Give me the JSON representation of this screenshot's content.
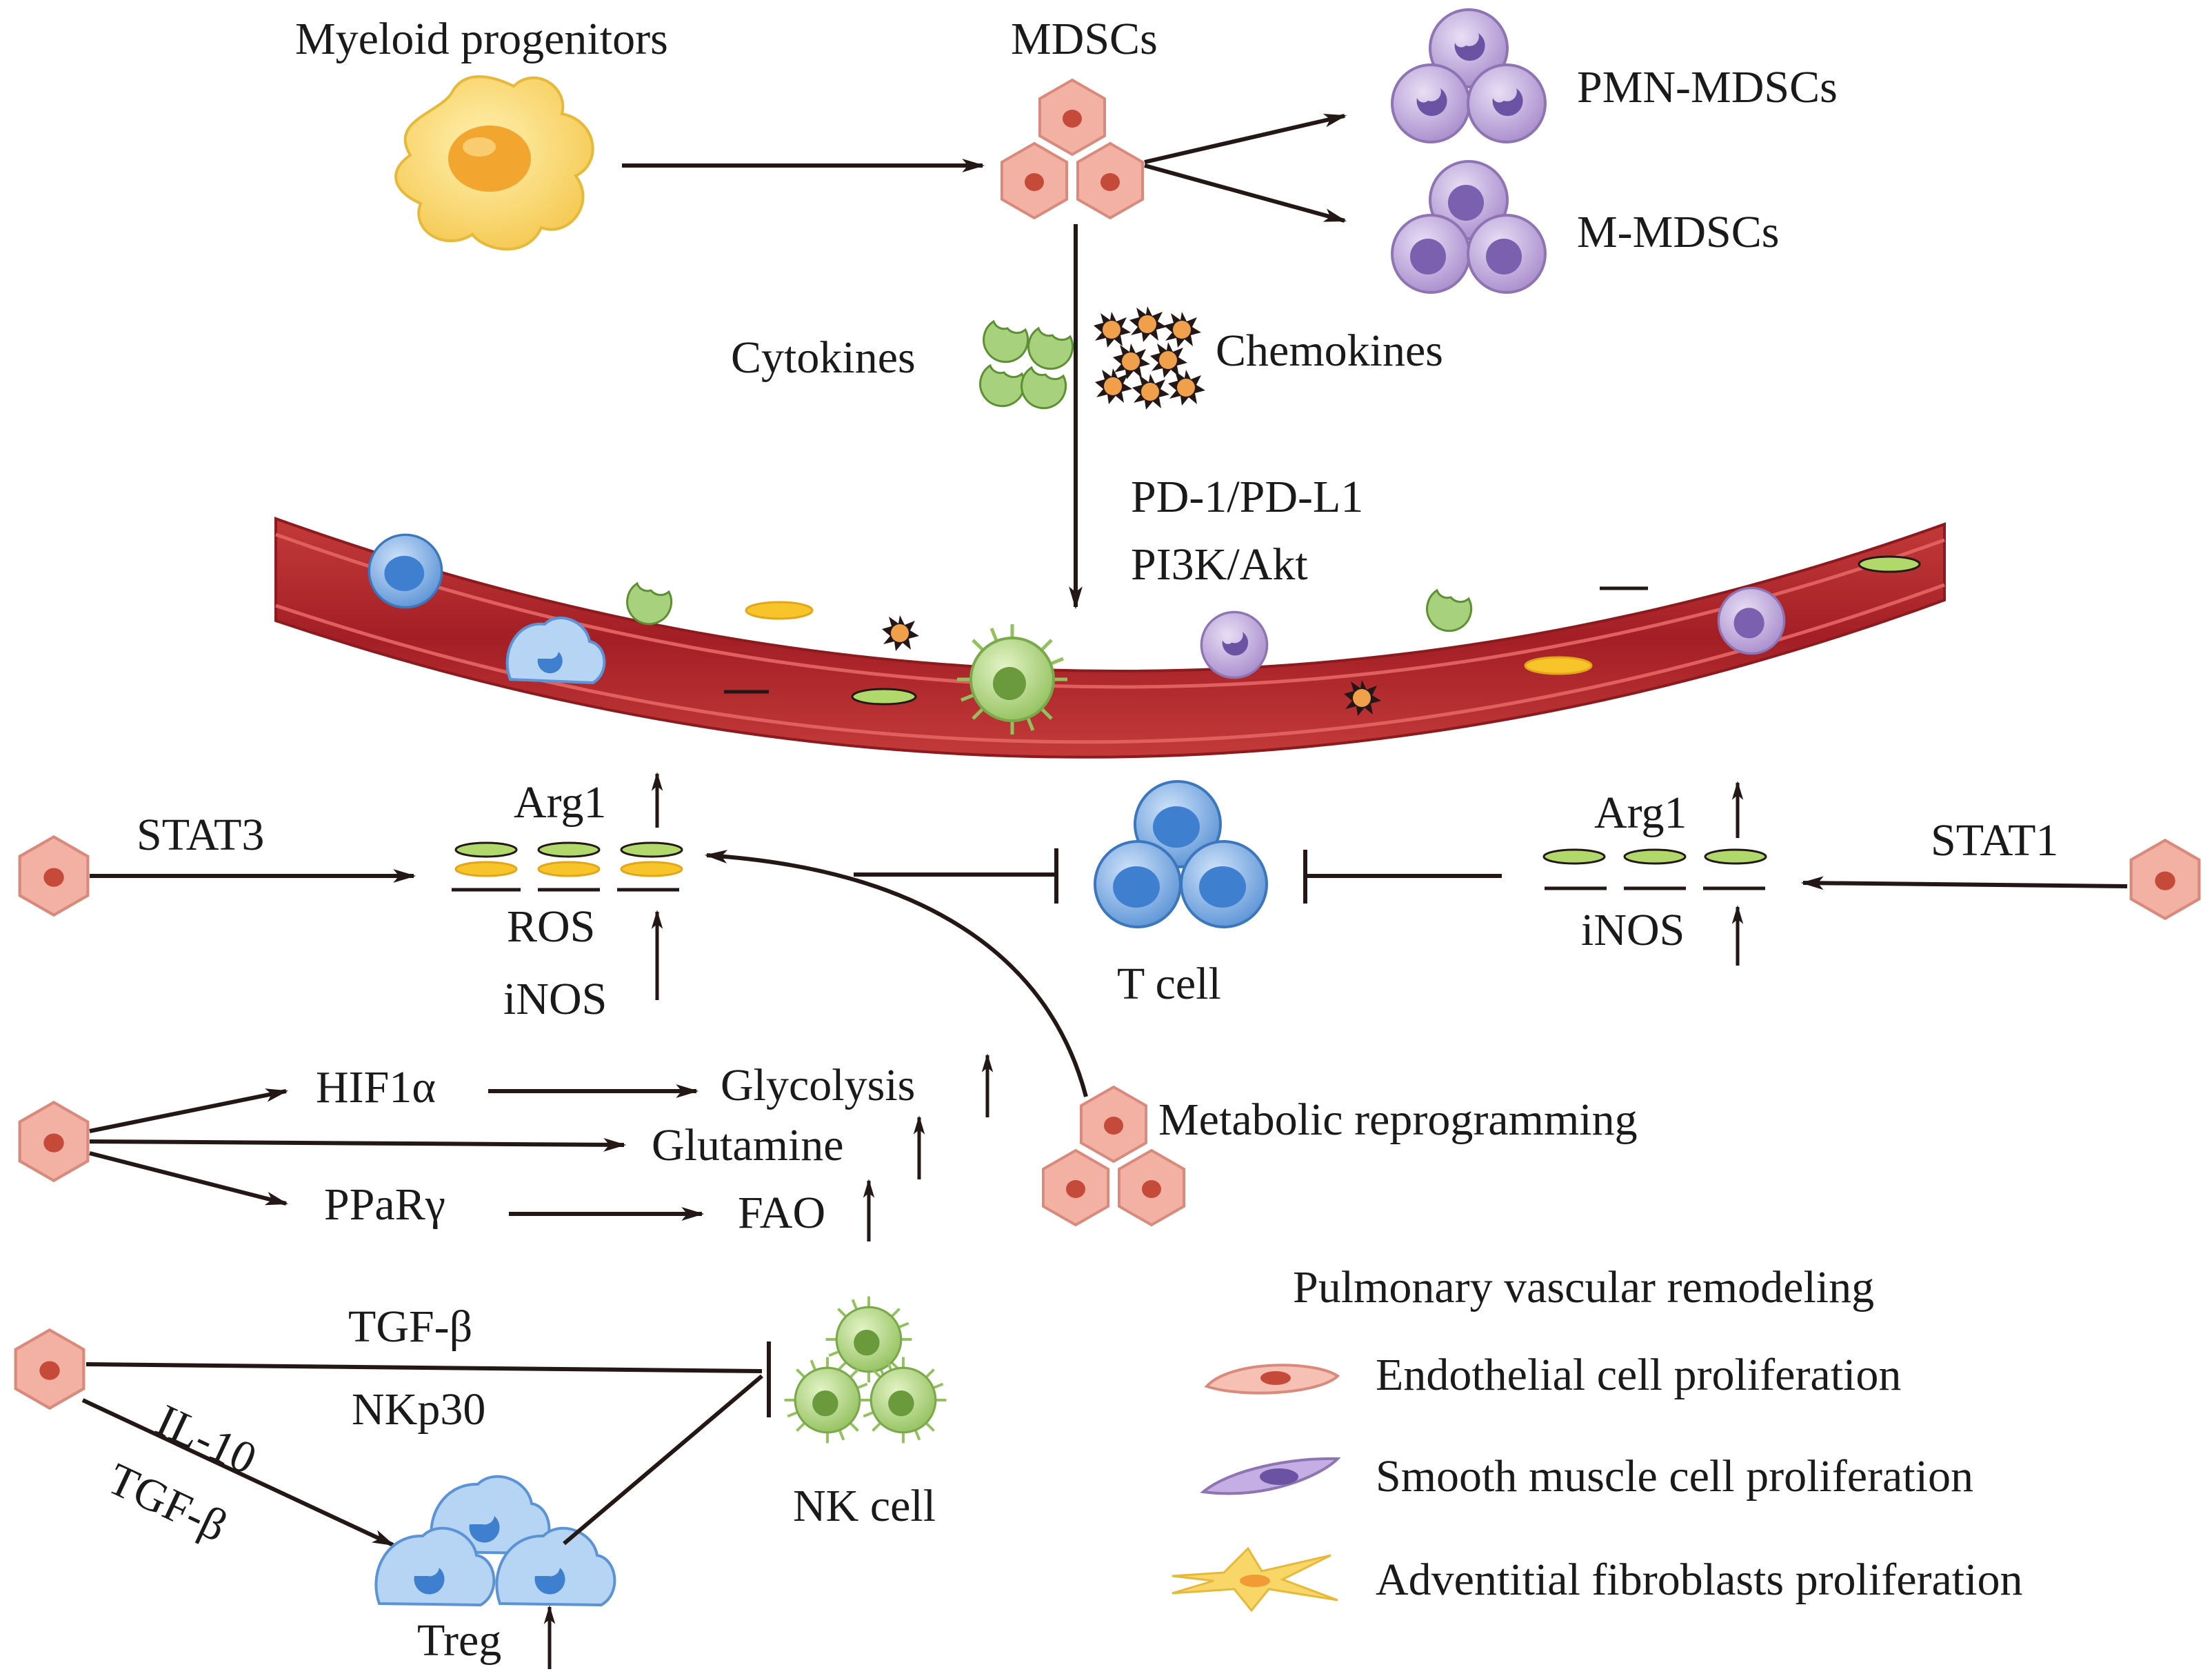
{
  "top": {
    "myeloid_progenitors": "Myeloid  progenitors",
    "mdscs": "MDSCs",
    "pmn_mdscs": "PMN-MDSCs",
    "m_mdscs": "M-MDSCs",
    "cytokines": "Cytokines",
    "chemokines": "Chemokines",
    "pd1_pdl1": "PD-1/PD-L1",
    "pi3k_akt": "PI3K/Akt"
  },
  "middle": {
    "stat3": "STAT3",
    "arg1_left": "Arg1",
    "ros": "ROS",
    "inos_left": "iNOS",
    "t_cell": "T cell",
    "arg1_right": "Arg1",
    "inos_right": "iNOS",
    "stat1": "STAT1",
    "metabolic_reprogramming": "Metabolic reprogramming"
  },
  "metabolism": {
    "hif1a": "HIF1α",
    "glycolysis": "Glycolysis",
    "glutamine": "Glutamine",
    "pparg": "PPaRγ",
    "fao": "FAO"
  },
  "bottom": {
    "tgfb_top": "TGF-β",
    "nkp30": "NKp30",
    "il10": "IL-10",
    "tgfb_diag": "TGF-β",
    "treg": "Treg",
    "nk_cell": "NK cell"
  },
  "legend": {
    "title": "Pulmonary vascular remodeling",
    "endothelial": "Endothelial cell proliferation",
    "smooth_muscle": "Smooth muscle cell proliferation",
    "fibroblasts": "Adventitial fibroblasts proliferation"
  },
  "colors": {
    "vessel": "#b52a2e",
    "mdsc_pink": "#f3b1a4",
    "pmn_purple": "#b9a3d8",
    "t_cell_blue": "#6fa5df",
    "nk_green": "#a9cf7a",
    "progenitor_yellow": "#f8d668"
  }
}
